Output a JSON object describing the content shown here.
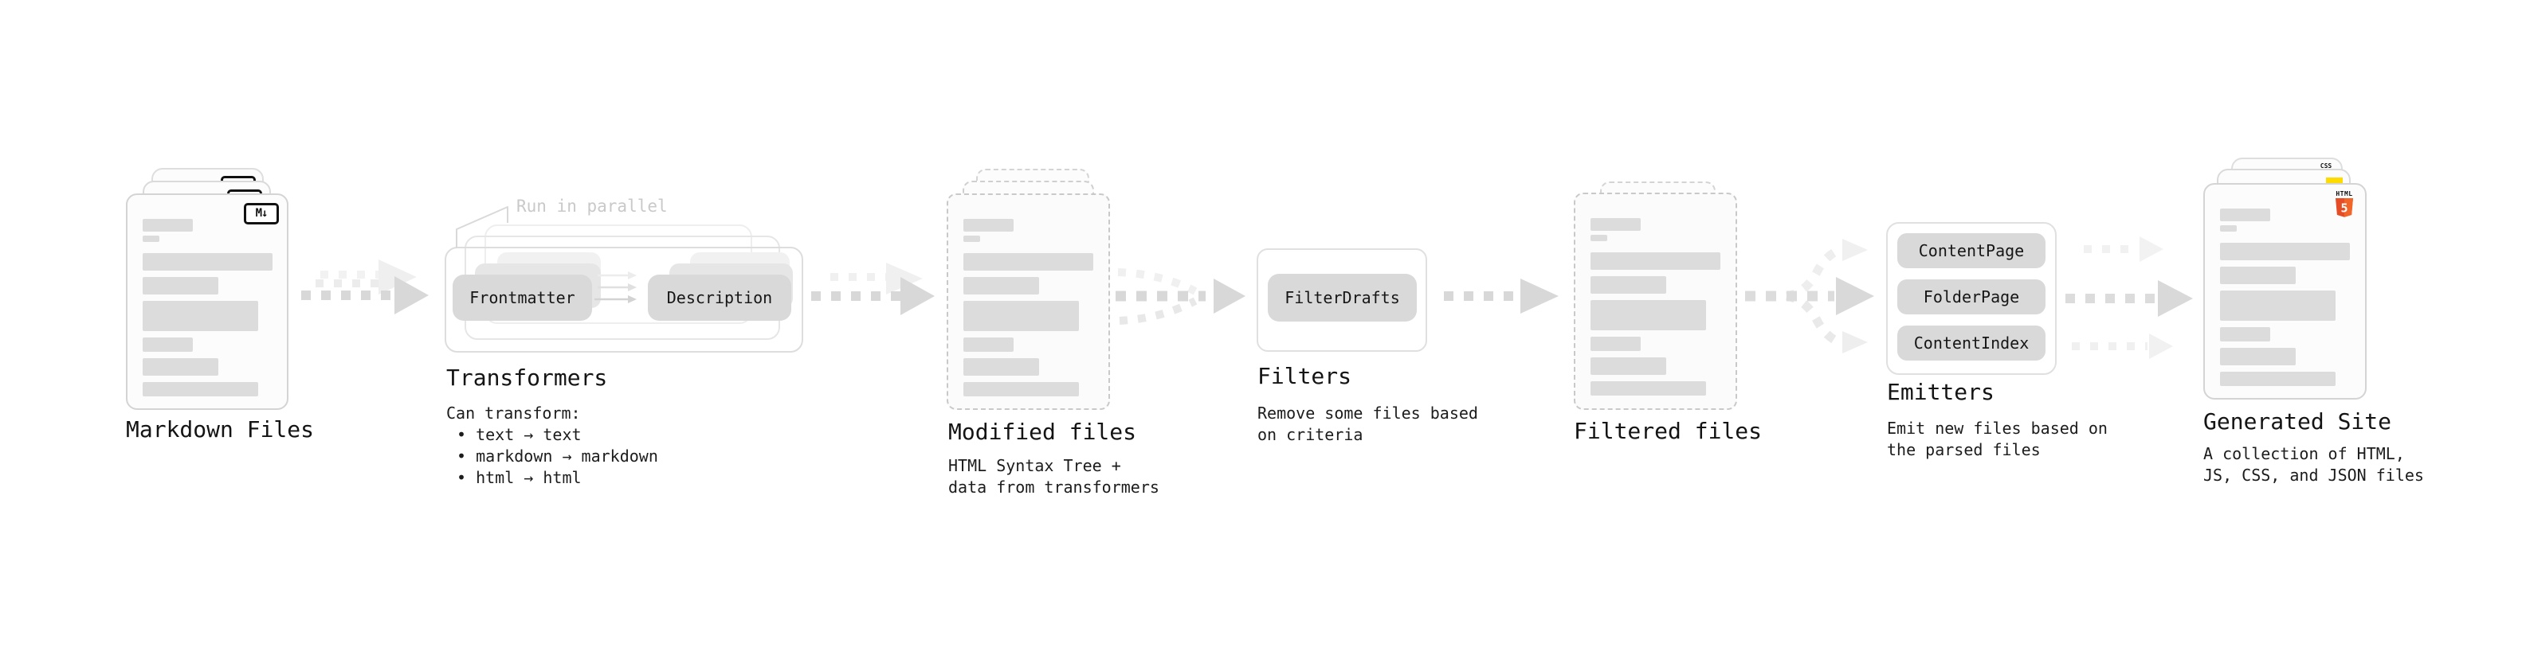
{
  "stages": {
    "markdown": {
      "label": "Markdown Files",
      "badge": "M↓"
    },
    "transformers": {
      "label": "Transformers",
      "callout": "Run in parallel",
      "box1": "Frontmatter",
      "box2": "Description",
      "desc_title": "Can transform:",
      "bullets": [
        "• text → text",
        "• markdown → markdown",
        "• html → html"
      ]
    },
    "modified": {
      "label": "Modified files",
      "desc1": "HTML Syntax Tree +",
      "desc2": "data from transformers"
    },
    "filters": {
      "label": "Filters",
      "box1": "FilterDrafts",
      "desc1": "Remove some files based",
      "desc2": "on criteria"
    },
    "filtered": {
      "label": "Filtered files"
    },
    "emitters": {
      "label": "Emitters",
      "box1": "ContentPage",
      "box2": "FolderPage",
      "box3": "ContentIndex",
      "desc1": "Emit new files based on",
      "desc2": "the parsed files"
    },
    "generated": {
      "label": "Generated Site",
      "badge_css": "CSS",
      "badge_html": "HTML",
      "badge_html_num": "5",
      "desc1": "A collection of HTML,",
      "desc2": "JS, CSS, and JSON files"
    }
  },
  "colors": {
    "text": "#161616",
    "callout_muted": "#c9c9c9",
    "box_fill": "#d9d9d9",
    "arrow": "#d8d8d8",
    "arrow_ghost": "#efefef",
    "dashed_border": "#c9c9c9",
    "html5_orange": "#e44d26",
    "html5_orange_light": "#f16529",
    "js_yellow": "#ffdb00",
    "css_blue": "#2b62fd",
    "badge_black": "#111111"
  }
}
